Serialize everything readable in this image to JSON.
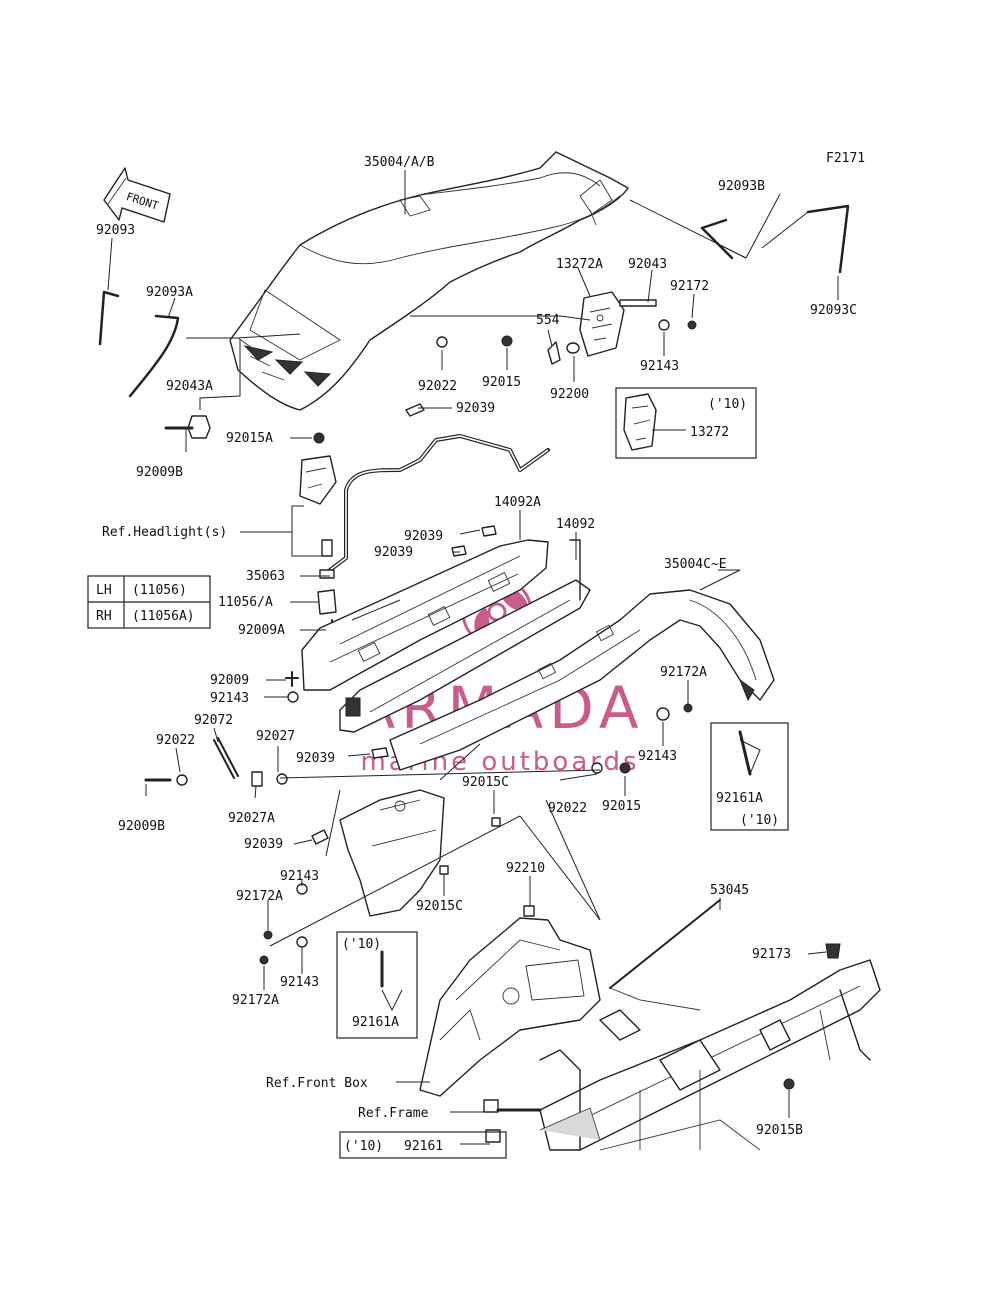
{
  "figure_code": "F2171",
  "front_arrow": "FRONT",
  "watermark": {
    "brand": "ARMADA",
    "tagline": "marine outboards",
    "color": "#c0407a"
  },
  "callouts": {
    "p35004AB": "35004/A/B",
    "p92093B": "92093B",
    "p92093": "92093",
    "p92093A": "92093A",
    "p92093C": "92093C",
    "p13272A": "13272A",
    "p92043": "92043",
    "p92172_top": "92172",
    "p554": "554",
    "p92143_top": "92143",
    "p92022_top": "92022",
    "p92015_top": "92015",
    "p92200": "92200",
    "p92043A": "92043A",
    "p92039_a": "92039",
    "p92009B_top": "92009B",
    "p92015A": "92015A",
    "year_13272": "('10)",
    "p13272": "13272",
    "p14092A": "14092A",
    "p14092": "14092",
    "p92039_b": "92039",
    "p92039_c": "92039",
    "ref_headlight": "Ref.Headlight(s)",
    "p35063": "35063",
    "p35004CE": "35004C~E",
    "p11056A_label": "11056/A",
    "p92009A": "92009A",
    "p92009": "92009",
    "p92143_mid": "92143",
    "p92172A_right": "92172A",
    "p92072": "92072",
    "p92022_left": "92022",
    "p92027": "92027",
    "p92039_d": "92039",
    "p92143_right": "92143",
    "p92015C_a": "92015C",
    "p92022_mid": "92022",
    "p92015_mid": "92015",
    "p92161A_right": "92161A",
    "year_92161A_right": "('10)",
    "p92009B_left": "92009B",
    "p92027A": "92027A",
    "p92039_e": "92039",
    "p92210": "92210",
    "p53045": "53045",
    "p92143_low1": "92143",
    "p92172A_low1": "92172A",
    "p92015C_b": "92015C",
    "year_92161A_low": "('10)",
    "p92143_low2": "92143",
    "p92172A_low2": "92172A",
    "p92161A_low": "92161A",
    "p92173": "92173",
    "ref_front_box": "Ref.Front Box",
    "ref_frame": "Ref.Frame",
    "p92015B": "92015B",
    "year_92161": "('10)",
    "p92161": "92161"
  },
  "side_table": {
    "rows": [
      {
        "side": "LH",
        "part": "(11056)"
      },
      {
        "side": "RH",
        "part": "(11056A)"
      }
    ]
  }
}
